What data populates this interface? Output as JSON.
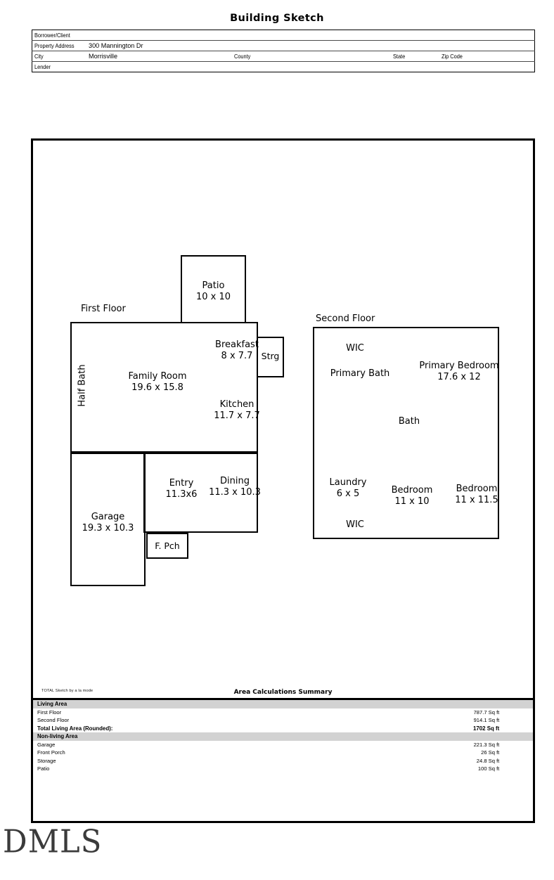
{
  "document": {
    "title": "Building Sketch",
    "watermark": "DMLS"
  },
  "header_fields": {
    "borrower_client_label": "Borrower/Client",
    "borrower_client_value": "",
    "property_address_label": "Property Address",
    "property_address_value": "300 Mannington Dr",
    "city_label": "City",
    "city_value": "Morrisville",
    "county_label": "County",
    "county_value": "",
    "state_label": "State",
    "state_value": "",
    "zip_label": "Zip Code",
    "zip_value": "",
    "lender_label": "Lender",
    "lender_value": ""
  },
  "sketch": {
    "first_floor_label": "First Floor",
    "second_floor_label": "Second Floor",
    "rooms": {
      "patio": {
        "name": "Patio",
        "dim": "10 x 10"
      },
      "breakfast": {
        "name": "Breakfast",
        "dim": "8 x 7.7"
      },
      "storage": {
        "name": "Strg",
        "dim": ""
      },
      "family_room": {
        "name": "Family Room",
        "dim": "19.6 x 15.8"
      },
      "kitchen": {
        "name": "Kitchen",
        "dim": "11.7 x 7.7"
      },
      "half_bath": {
        "name": "Half Bath",
        "dim": ""
      },
      "entry": {
        "name": "Entry",
        "dim": "11.3x6"
      },
      "dining": {
        "name": "Dining",
        "dim": "11.3 x 10.3"
      },
      "garage": {
        "name": "Garage",
        "dim": "19.3 x 10.3"
      },
      "front_porch": {
        "name": "F. Pch",
        "dim": ""
      },
      "wic_upper": {
        "name": "WIC",
        "dim": ""
      },
      "primary_bath": {
        "name": "Primary Bath",
        "dim": ""
      },
      "primary_bedroom": {
        "name": "Primary Bedroom",
        "dim": "17.6 x 12"
      },
      "bath": {
        "name": "Bath",
        "dim": ""
      },
      "laundry": {
        "name": "Laundry",
        "dim": "6 x 5"
      },
      "bedroom_2": {
        "name": "Bedroom",
        "dim": "11 x 10"
      },
      "bedroom_3": {
        "name": "Bedroom",
        "dim": "11 x 11.5"
      },
      "wic_lower": {
        "name": "WIC",
        "dim": ""
      }
    }
  },
  "area_summary": {
    "credit": "TOTAL Sketch by a la mode",
    "title": "Area Calculations Summary",
    "living_section_label": "Living Area",
    "nonliving_section_label": "Non-living Area",
    "living_rows": [
      {
        "label": "First Floor",
        "value": "787.7 Sq ft"
      },
      {
        "label": "Second Floor",
        "value": "914.1 Sq ft"
      }
    ],
    "total_row": {
      "label": "Total Living Area (Rounded):",
      "value": "1702 Sq ft"
    },
    "nonliving_rows": [
      {
        "label": "Garage",
        "value": "221.3 Sq ft"
      },
      {
        "label": "Front Porch",
        "value": "26 Sq ft"
      },
      {
        "label": "Storage",
        "value": "24.8 Sq ft"
      },
      {
        "label": "Patio",
        "value": "100 Sq ft"
      }
    ]
  }
}
